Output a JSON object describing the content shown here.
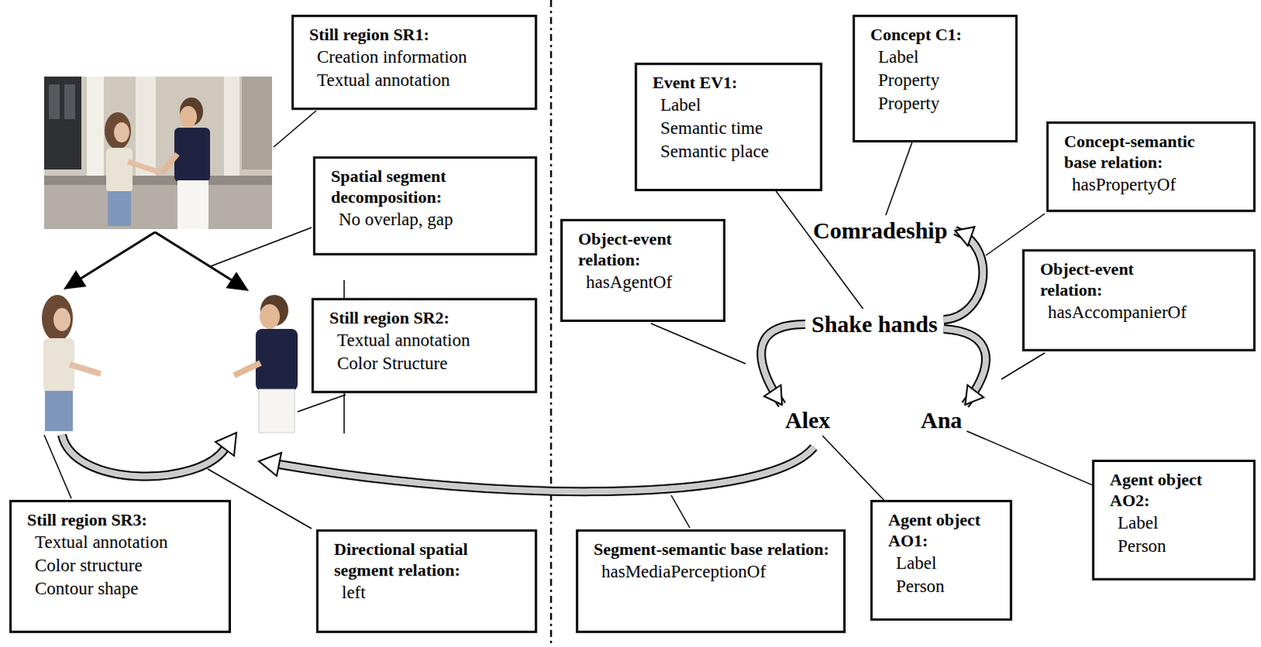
{
  "diagram": {
    "nodes": [
      {
        "text": [
          "Still region SR1:",
          "Creation information",
          "Textual annotation"
        ]
      },
      {
        "text": [
          "Event EV1:",
          "Label",
          "Semantic time",
          "Semantic place"
        ]
      },
      {
        "text": [
          "Concept C1:",
          "Label",
          "Property",
          "Property"
        ]
      },
      {
        "text": [
          "Concept-semantic base relation:",
          "hasPropertyOf"
        ]
      },
      {
        "text": [
          "Spatial segment decomposition:",
          "No overlap, gap"
        ]
      },
      {
        "text": [
          "Comradeship"
        ]
      },
      {
        "text": [
          "Object-event relation:",
          "hasAgentOf"
        ]
      },
      {
        "text": [
          "Still region SR2:",
          "Textual annotation",
          "Color Structure"
        ]
      },
      {
        "text": [
          "Shake hands"
        ]
      },
      {
        "text": [
          "Object-event relation:",
          "hasAccompanierOf"
        ]
      },
      {
        "text": [
          "Alex"
        ]
      },
      {
        "text": [
          "Ana"
        ]
      },
      {
        "text": [
          "Agent object AO2:",
          "Label",
          "Person"
        ]
      },
      {
        "text": [
          "Still region SR3:",
          "Textual annotation",
          "Color structure",
          "Contour shape"
        ]
      },
      {
        "text": [
          "Directional spatial segment relation:",
          "left"
        ]
      },
      {
        "text": [
          "Segment-semantic base relation:",
          "hasMediaPerceptionOf"
        ]
      },
      {
        "text": [
          "Agent object AO1:",
          "Label",
          "Person"
        ]
      }
    ],
    "edges": [
      {
        "from": 1,
        "to": 8,
        "arrow": "none"
      },
      {
        "from": 2,
        "to": 5,
        "arrow": "none"
      },
      {
        "from": 8,
        "to": 5,
        "arrow": "to"
      },
      {
        "from": 8,
        "to": 10,
        "arrow": "to"
      },
      {
        "from": 8,
        "to": 11,
        "arrow": "to"
      },
      {
        "from": 16,
        "to": 10,
        "arrow": "none"
      },
      {
        "from": 12,
        "to": 11,
        "arrow": "none"
      }
    ]
  }
}
